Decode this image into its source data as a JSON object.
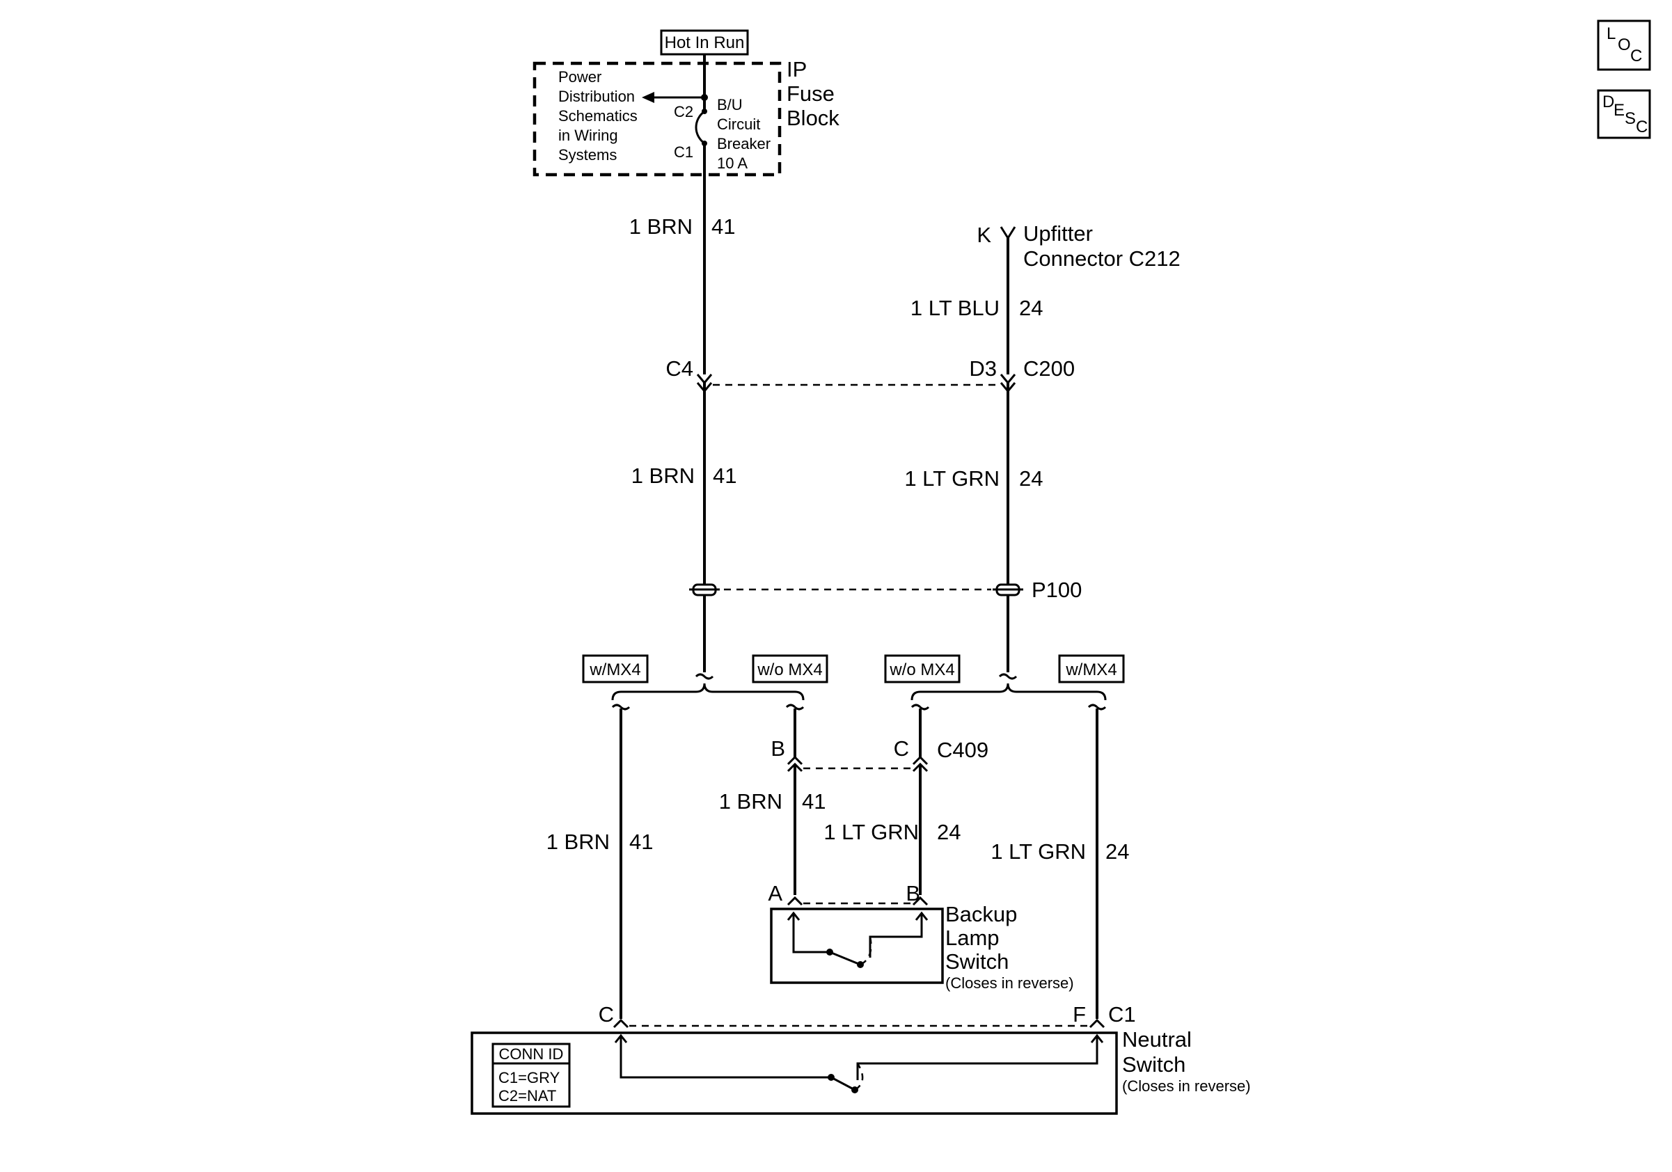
{
  "side_buttons": {
    "loc": {
      "l1": "L",
      "l2": "O",
      "l3": "C"
    },
    "desc": {
      "l1": "D",
      "l2": "E",
      "l3": "S",
      "l4": "C"
    }
  },
  "power": {
    "hot_label": "Hot In Run",
    "fuse_block_l1": "IP",
    "fuse_block_l2": "Fuse",
    "fuse_block_l3": "Block",
    "pds_l1": "Power",
    "pds_l2": "Distribution",
    "pds_l3": "Schematics",
    "pds_l4": "in Wiring",
    "pds_l5": "Systems",
    "pin_c2": "C2",
    "pin_c1": "C1",
    "breaker_l1": "B/U",
    "breaker_l2": "Circuit",
    "breaker_l3": "Breaker",
    "breaker_l4": "10 A"
  },
  "wires": {
    "w1_color": "1 BRN",
    "w1_circuit": "41",
    "w2_color": "1 LT BLU",
    "w2_circuit": "24",
    "w3_color": "1 BRN",
    "w3_circuit": "41",
    "w4_color": "1 LT GRN",
    "w4_circuit": "24",
    "w5_color": "1 BRN",
    "w5_circuit": "41",
    "w6_color": "1 BRN",
    "w6_circuit": "41",
    "w7_color": "1 LT GRN",
    "w7_circuit": "24",
    "w8_color": "1 LT GRN",
    "w8_circuit": "24"
  },
  "connectors": {
    "upfitter_pin": "K",
    "upfitter_l1": "Upfitter",
    "upfitter_l2": "Connector C212",
    "c200_pin_left": "C4",
    "c200_pin_right": "D3",
    "c200_name": "C200",
    "p100_name": "P100",
    "c409_pin_left": "B",
    "c409_pin_right": "C",
    "c409_name": "C409"
  },
  "options": {
    "opt1": "w/MX4",
    "opt2": "w/o MX4",
    "opt3": "w/o MX4",
    "opt4": "w/MX4"
  },
  "backup_switch": {
    "pin_a": "A",
    "pin_b": "B",
    "name_l1": "Backup",
    "name_l2": "Lamp",
    "name_l3": "Switch",
    "note": "(Closes in reverse)"
  },
  "neutral_switch": {
    "pin_c": "C",
    "pin_f": "F",
    "conn_name": "C1",
    "name_l1": "Neutral",
    "name_l2": "Switch",
    "note": "(Closes in reverse)",
    "conn_id_title": "CONN ID",
    "conn_id_c1": "C1=GRY",
    "conn_id_c2": "C2=NAT"
  }
}
